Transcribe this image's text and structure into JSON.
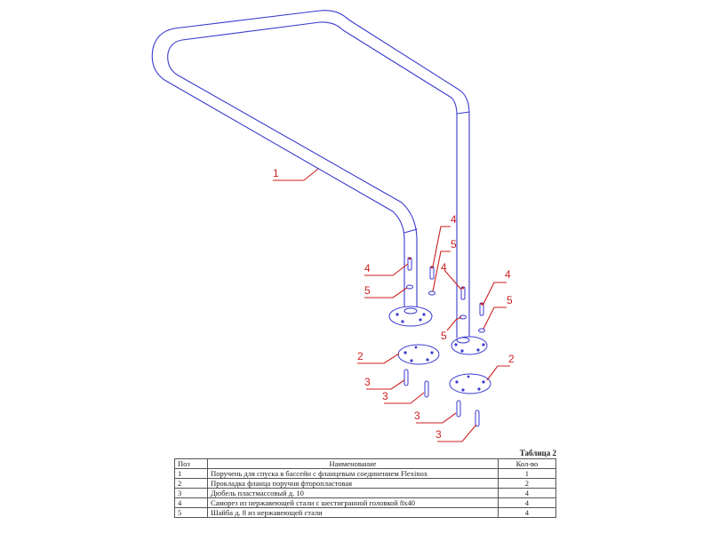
{
  "labels": {
    "handrail": "1",
    "gasket_left": "2",
    "gasket_right": "2",
    "dowel_a": "3",
    "dowel_b": "3",
    "dowel_c": "3",
    "dowel_d": "3",
    "screw_left": "4",
    "screw_mid_top": "4",
    "screw_mid": "4",
    "screw_right": "4",
    "washer_left": "5",
    "washer_mid_top": "5",
    "washer_mid": "5",
    "washer_right": "5"
  },
  "table": {
    "caption": "Таблица 2",
    "headers": [
      "Поз",
      "Наименование",
      "Кол-во"
    ],
    "rows": [
      {
        "pos": "1",
        "name": "Поручень для спуска в бассейн с фланцевым соединением Flexinox",
        "qty": "1"
      },
      {
        "pos": "2",
        "name": "Прокладка фланца поручня фторопластовая",
        "qty": "2"
      },
      {
        "pos": "3",
        "name": "Дюбель пластмассовый д. 10",
        "qty": "4"
      },
      {
        "pos": "4",
        "name": "Саморез из нержавеющей стали с шестигранной головкой 8х40",
        "qty": "4"
      },
      {
        "pos": "5",
        "name": "Шайба д. 8 из нержавеющей стали",
        "qty": "4"
      }
    ]
  },
  "colors": {
    "drawing_line": "#3a3ad0",
    "callout": "#cc1f1f",
    "table_border": "#555555"
  }
}
